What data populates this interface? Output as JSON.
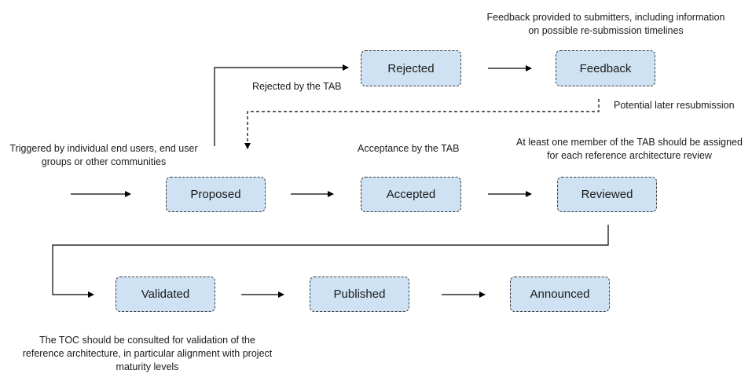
{
  "nodes": {
    "rejected": "Rejected",
    "feedback": "Feedback",
    "proposed": "Proposed",
    "accepted": "Accepted",
    "reviewed": "Reviewed",
    "validated": "Validated",
    "published": "Published",
    "announced": "Announced"
  },
  "notes": {
    "feedback_note": "Feedback provided to submitters, including information on possible re-submission timelines",
    "rejected_by": "Rejected by the TAB",
    "resubmission": "Potential later resubmission",
    "triggered": "Triggered by individual end users, end user groups or other communities",
    "acceptance": "Acceptance by the TAB",
    "tab_member": "At least one member of the TAB should be assigned for each reference architecture review",
    "toc": "The TOC should be consulted for validation of the reference architecture, in particular alignment with project maturity levels"
  },
  "colors": {
    "node_fill": "#cfe2f3",
    "stroke": "#000000"
  }
}
